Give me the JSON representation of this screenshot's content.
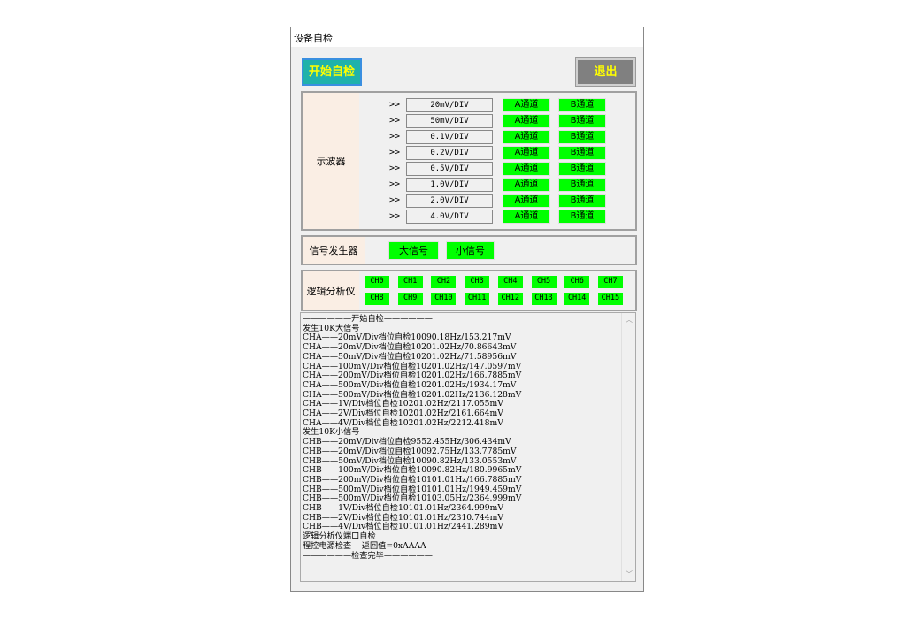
{
  "window": {
    "title": "设备自检"
  },
  "buttons": {
    "start": "开始自检",
    "exit": "退出"
  },
  "oscilloscope": {
    "label": "示波器",
    "arrow": ">>",
    "a_label": "A通道",
    "b_label": "B通道",
    "ranges": [
      "20mV/DIV",
      "50mV/DIV",
      "0.1V/DIV",
      "0.2V/DIV",
      "0.5V/DIV",
      "1.0V/DIV",
      "2.0V/DIV",
      "4.0V/DIV"
    ]
  },
  "signal_generator": {
    "label": "信号发生器",
    "large": "大信号",
    "small": "小信号"
  },
  "logic_analyzer": {
    "label": "逻辑分析仪",
    "channels": [
      "CH0",
      "CH1",
      "CH2",
      "CH3",
      "CH4",
      "CH5",
      "CH6",
      "CH7",
      "CH8",
      "CH9",
      "CH10",
      "CH11",
      "CH12",
      "CH13",
      "CH14",
      "CH15"
    ]
  },
  "log": {
    "lines": [
      "——————开始自检——————",
      "发生10K大信号",
      "CHA——20mV/Div档位自检10090.18Hz/153.217mV",
      "CHA——20mV/Div档位自检10201.02Hz/70.86643mV",
      "CHA——50mV/Div档位自检10201.02Hz/71.58956mV",
      "CHA——100mV/Div档位自检10201.02Hz/147.0597mV",
      "CHA——200mV/Div档位自检10201.02Hz/166.7885mV",
      "CHA——500mV/Div档位自检10201.02Hz/1934.17mV",
      "CHA——500mV/Div档位自检10201.02Hz/2136.128mV",
      "CHA——1V/Div档位自检10201.02Hz/2117.055mV",
      "CHA——2V/Div档位自检10201.02Hz/2161.664mV",
      "CHA——4V/Div档位自检10201.02Hz/2212.418mV",
      "发生10K小信号",
      "CHB——20mV/Div档位自检9552.455Hz/306.434mV",
      "CHB——20mV/Div档位自检10092.75Hz/133.7785mV",
      "CHB——50mV/Div档位自检10090.82Hz/133.0553mV",
      "CHB——100mV/Div档位自检10090.82Hz/180.9965mV",
      "CHB——200mV/Div档位自检10101.01Hz/166.7885mV",
      "CHB——500mV/Div档位自检10101.01Hz/1949.459mV",
      "CHB——500mV/Div档位自检10103.05Hz/2364.999mV",
      "CHB——1V/Div档位自检10101.01Hz/2364.999mV",
      "CHB——2V/Div档位自检10101.01Hz/2310.744mV",
      "CHB——4V/Div档位自检10101.01Hz/2441.289mV",
      "逻辑分析仪端口自检",
      "程控电源检查    返回值=0xAAAA",
      "——————检查完毕——————"
    ]
  }
}
